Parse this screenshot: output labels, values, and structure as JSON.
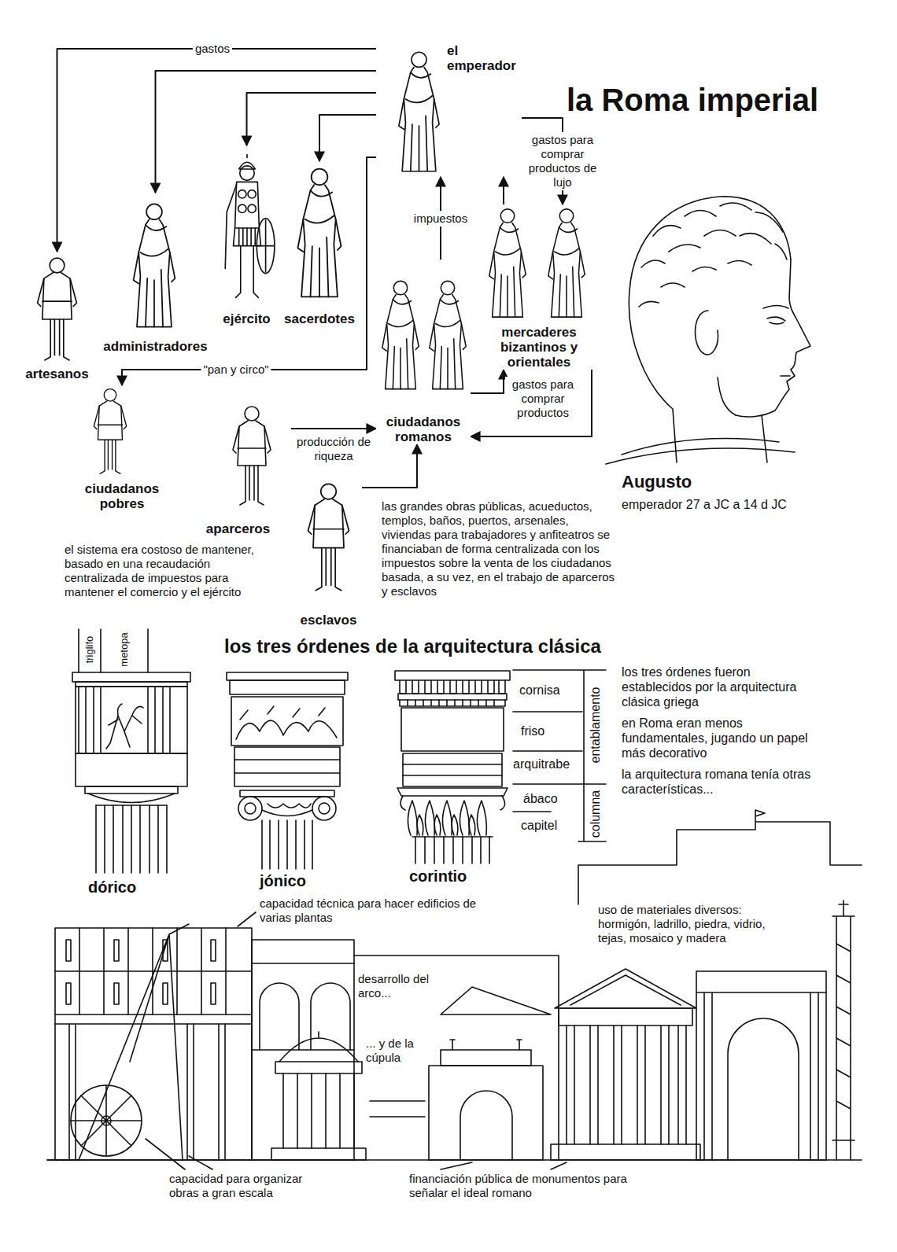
{
  "diagram": {
    "title": "la Roma imperial",
    "nodes": [
      {
        "text": [
          "el emperador"
        ]
      },
      {
        "text": [
          "mercaderes bizantinos y orientales"
        ]
      },
      {
        "text": [
          "sacerdotes"
        ]
      },
      {
        "text": [
          "ejército"
        ]
      },
      {
        "text": [
          "administradores"
        ]
      },
      {
        "text": [
          "artesanos"
        ]
      },
      {
        "text": [
          "ciudadanos romanos"
        ]
      },
      {
        "text": [
          "ciudadanos pobres"
        ]
      },
      {
        "text": [
          "aparceros"
        ]
      },
      {
        "text": [
          "esclavos"
        ]
      }
    ],
    "edges": [
      {
        "from": 0,
        "to": 5,
        "arrow": "to",
        "label": "gastos"
      },
      {
        "from": 0,
        "to": 4,
        "arrow": "to"
      },
      {
        "from": 0,
        "to": 3,
        "arrow": "to"
      },
      {
        "from": 0,
        "to": 2,
        "arrow": "to"
      },
      {
        "from": 0,
        "to": 1,
        "arrow": "to",
        "label": "gastos para comprar productos de lujo"
      },
      {
        "from": 1,
        "to": 0,
        "arrow": "to"
      },
      {
        "from": 6,
        "to": 0,
        "arrow": "to",
        "label": "impuestos"
      },
      {
        "from": 0,
        "to": 7,
        "arrow": "to",
        "label": "\"pan y circo\""
      },
      {
        "from": 8,
        "to": 6,
        "arrow": "to",
        "label": "producción de riqueza"
      },
      {
        "from": 9,
        "to": 6,
        "arrow": "to"
      },
      {
        "from": 6,
        "to": 1,
        "arrow": "to",
        "label": "gastos para comprar productos"
      },
      {
        "from": 1,
        "to": 6,
        "arrow": "to"
      }
    ],
    "labels": [
      "Augusto",
      "emperador 27 a JC a 14 d JC",
      "el sistema era costoso de mantener, basado en una recaudación centralizada de impuestos para mantener el comercio y el ejército",
      "las grandes obras públicas, acueductos, templos, baños, puertos, arsenales, viviendas para trabajadores y anfiteatros se financiaban de forma centralizada con los impuestos sobre la venta de los ciudadanos basada, a su vez, en el trabajo de aparceros y esclavos",
      "los tres órdenes de la arquitectura clásica",
      "triglifo",
      "metopa",
      "cornisa",
      "friso",
      "arquitrabe",
      "ábaco",
      "capitel",
      "entablamento",
      "columna",
      "dórico",
      "jónico",
      "corintio",
      "los tres órdenes fueron establecidos por la arquitectura clásica griega",
      "en Roma eran menos fundamentales, jugando un papel más decorativo",
      "la arquitectura romana tenía otras características...",
      "capacidad técnica para hacer edificios de varias plantas",
      "uso de materiales diversos: hormigón, ladrillo, piedra, vidrio, tejas, mosaico y madera",
      "desarrollo del arco...",
      "... y de la cúpula",
      "capacidad para organizar obras a gran escala",
      "financiación pública de monumentos para señalar el ideal romano"
    ]
  }
}
